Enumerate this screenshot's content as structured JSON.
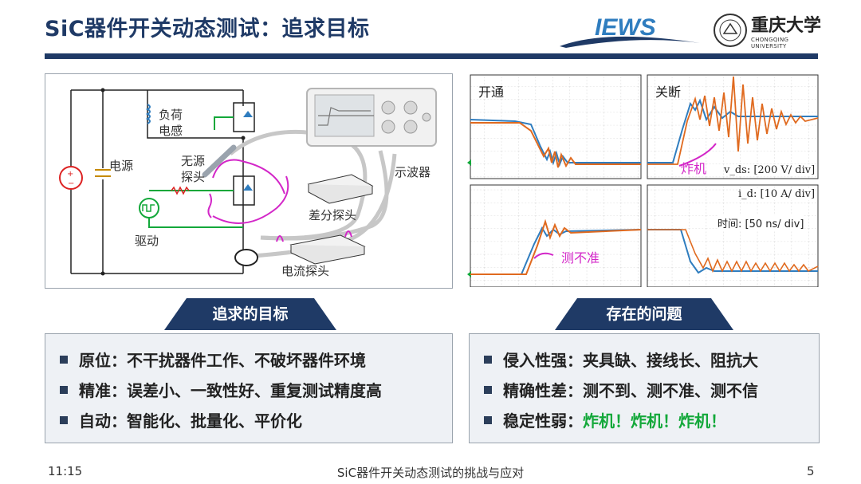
{
  "slide": {
    "title": "SiC器件开关动态测试：追求目标",
    "logo_text": "IEWS",
    "university_name_cn": "重庆大学",
    "university_name_en": "CHONGQING UNIVERSITY",
    "footer_time": "11:15",
    "footer_title": "SiC器件开关动态测试的挑战与应对",
    "page_number": "5"
  },
  "circuit": {
    "power_supply": "电源",
    "load_inductor": [
      "负荷",
      "电感"
    ],
    "passive_probe": [
      "无源",
      "探头"
    ],
    "drive": "驱动",
    "oscilloscope": "示波器",
    "diff_probe": "差分探头",
    "current_probe": "电流探头"
  },
  "scope": {
    "turn_on": "开通",
    "turn_off": "关断",
    "explode": "炸机",
    "inaccurate": "测不准",
    "vds_scale": "v_ds: [200 V/ div]",
    "id_scale": "i_d: [10 A/ div]",
    "time_scale": "时间: [50 ns/ div]"
  },
  "goals": {
    "banner": "追求的目标",
    "items": [
      "原位：不干扰器件工作、不破坏器件环境",
      "精准：误差小、一致性好、重复测试精度高",
      "自动：智能化、批量化、平价化"
    ]
  },
  "problems": {
    "banner": "存在的问题",
    "items": [
      "侵入性强：夹具缺、接线长、阻抗大",
      "精确性差：测不到、测不准、测不信"
    ],
    "item3_prefix": "稳定性弱：",
    "item3_highlight": "炸机！炸机！炸机！"
  },
  "colors": {
    "navy": "#1f3a66",
    "trace_blue": "#2f7dbf",
    "trace_orange": "#e06a1f",
    "highlight_green": "#13a83a",
    "magenta": "#d327c8"
  }
}
